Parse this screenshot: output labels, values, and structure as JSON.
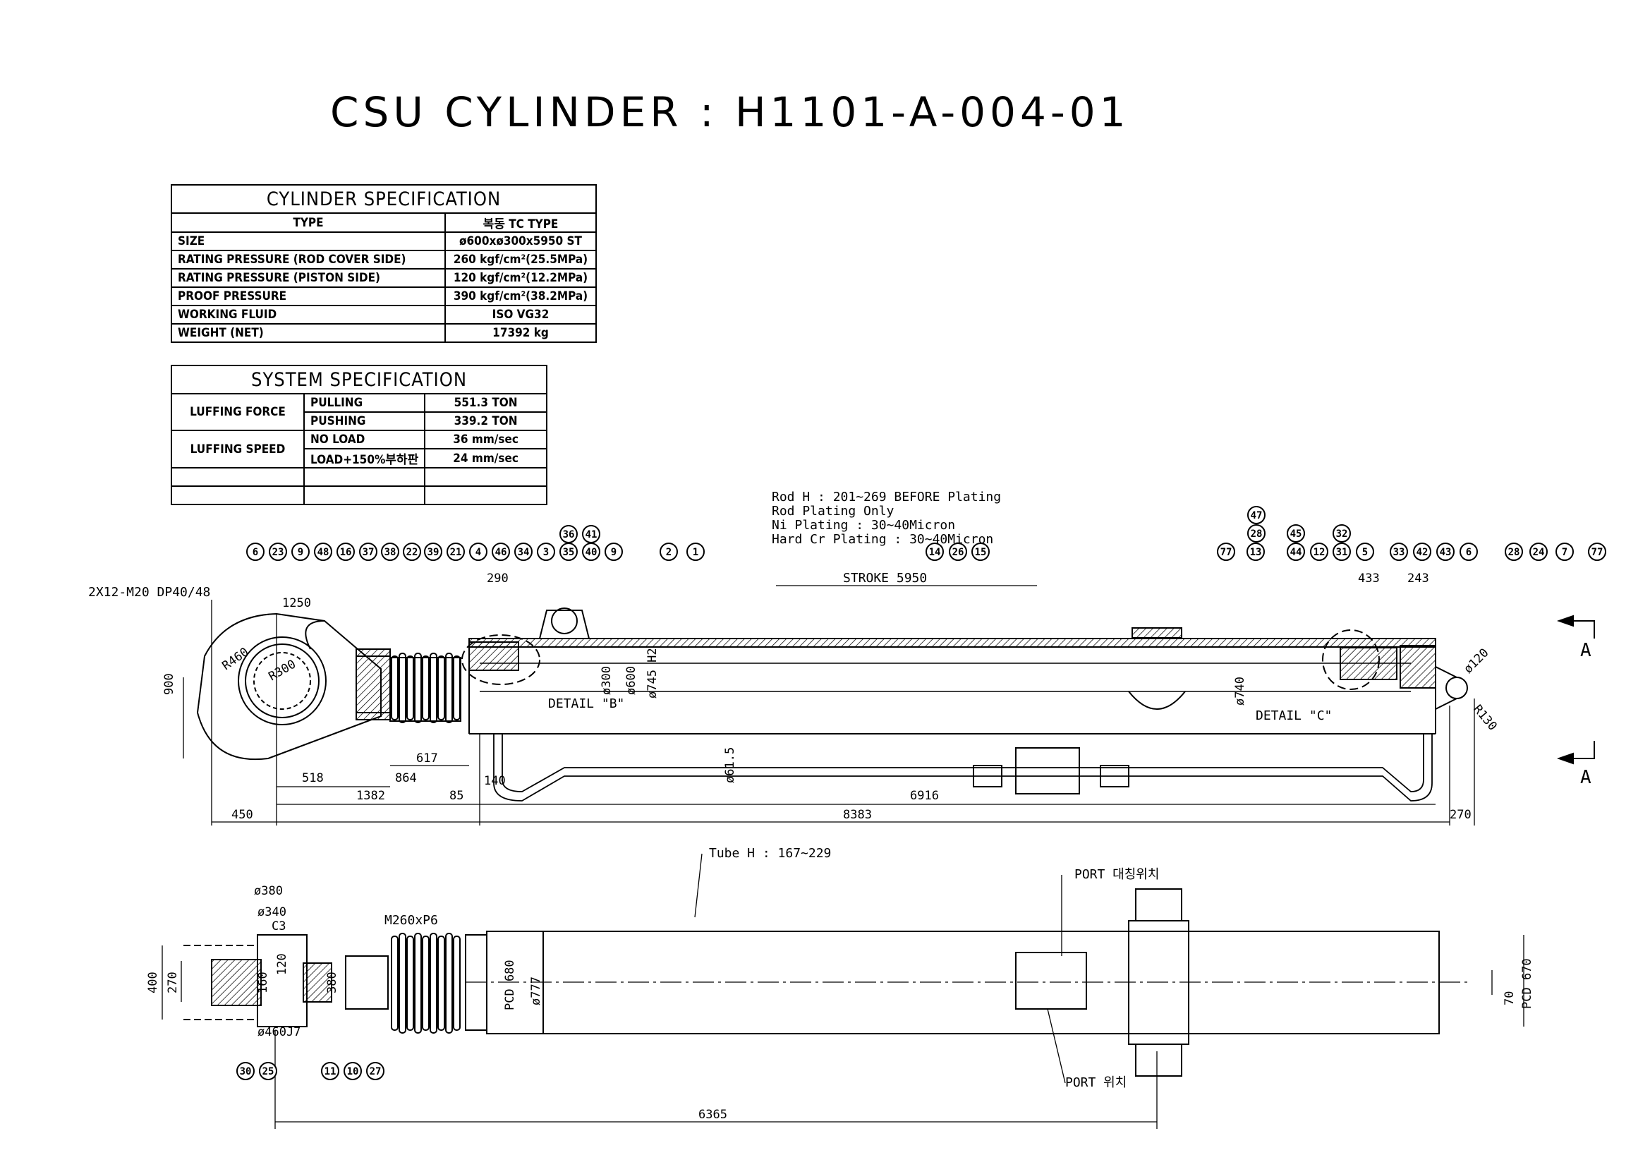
{
  "title": "CSU  CYLINDER : H1101-A-004-01",
  "cylinder_spec": {
    "heading": "CYLINDER  SPECIFICATION",
    "rows": [
      {
        "label": "TYPE",
        "value": "복동 TC TYPE"
      },
      {
        "label": "SIZE",
        "value": "ø600xø300x5950 ST"
      },
      {
        "label": "RATING   PRESSURE  (ROD COVER SIDE)",
        "value": "260  kgf/cm²(25.5MPa)"
      },
      {
        "label": "RATING   PRESSURE  (PISTON SIDE)",
        "value": "120  kgf/cm²(12.2MPa)"
      },
      {
        "label": "PROOF   PRESSURE",
        "value": "390  kgf/cm²(38.2MPa)"
      },
      {
        "label": "WORKING   FLUID",
        "value": "ISO VG32"
      },
      {
        "label": "WEIGHT  (NET)",
        "value": "17392   kg"
      }
    ]
  },
  "system_spec": {
    "heading": "SYSTEM  SPECIFICATION",
    "luffing_force": "LUFFING FORCE",
    "luffing_speed": "LUFFING SPEED",
    "rows": [
      {
        "condition": "PULLING",
        "value": "551.3  TON"
      },
      {
        "condition": "PUSHING",
        "value": "339.2  TON"
      },
      {
        "condition": "NO  LOAD",
        "value": "36  mm/sec"
      },
      {
        "condition": "LOAD+150%부하판",
        "value": "24  mm/sec"
      }
    ]
  },
  "notes": {
    "rod_hardness": "Rod H : 201~269 BEFORE Plating",
    "rod_plating_only": "Rod Plating Only",
    "ni_plating": "Ni Plating : 30~40Micron",
    "cr_plating": "Hard Cr Plating : 30~40Micron",
    "tube_hardness": "Tube H : 167~229",
    "stroke": "STROKE 5950",
    "thread": "2X12-M20 DP40/48",
    "m260": "M260xP6",
    "detail_b": "DETAIL \"B\"",
    "detail_c": "DETAIL \"C\"",
    "section_a1": "A",
    "section_a2": "A",
    "port_sym": "PORT 대칭위치",
    "port_pos": "PORT 위치",
    "c3": "C3"
  },
  "dimensions": {
    "d1250": "1250",
    "d900": "900",
    "d617": "617",
    "d518": "518",
    "d864": "864",
    "d1382": "1382",
    "d85": "85",
    "d450": "450",
    "d8383": "8383",
    "d6916": "6916",
    "d270": "270",
    "d290": "290",
    "d433": "433",
    "d243": "243",
    "phi300": "ø300",
    "phi600": "ø600",
    "phi745": "ø745 H2",
    "phi740": "ø740",
    "phi61": "ø61.5",
    "r460": "R460",
    "phi120": "ø120",
    "r130": "R130",
    "r300": "R300",
    "phi380": "ø380",
    "phi340": "ø340",
    "phi460": "ø460J7",
    "d400": "400",
    "d270b": "270",
    "d160": "160",
    "d120": "120",
    "d380b": "380",
    "pcd680": "PCD 680",
    "phi777": "ø777",
    "d70": "70",
    "pcd670": "PCD 670",
    "d6365": "6365",
    "d140": "140"
  },
  "balloons_top": [
    "6",
    "23",
    "9",
    "48",
    "16",
    "37",
    "38",
    "22",
    "39",
    "21",
    "4",
    "46",
    "34",
    "3",
    "35",
    "40",
    "9",
    "2",
    "1",
    "14",
    "26",
    "15",
    "77",
    "13",
    "44",
    "12",
    "31",
    "5",
    "33",
    "42",
    "43",
    "6",
    "28",
    "24",
    "7",
    "77"
  ],
  "balloons_stack": [
    "36",
    "41",
    "47",
    "28",
    "45",
    "32"
  ],
  "balloons_bottom": [
    "30",
    "25",
    "11",
    "10",
    "27"
  ]
}
